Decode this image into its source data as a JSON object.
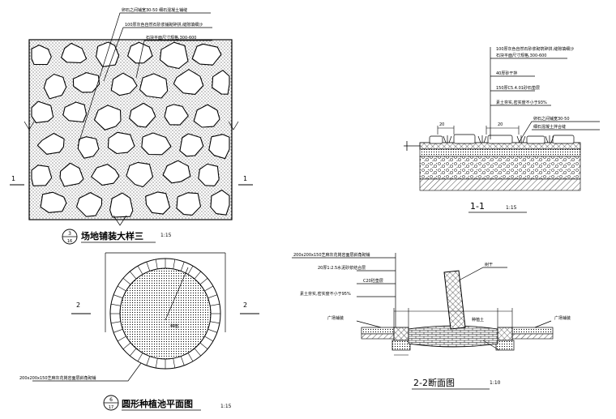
{
  "plan3": {
    "annotations": [
      "卵石之间铺宽30-50 细石混凝土铺缝",
      "100厚灰色自然石砂浆铺砌碎拼,缝隙填细沙",
      "石块平面尺寸规格,300-600"
    ],
    "section_ref": "1",
    "title": "场地铺装大样三",
    "badge_top": "3",
    "badge_bottom": "16",
    "scale": "1:15"
  },
  "section1": {
    "annotations": [
      "100厚灰色自然石砂浆砌筑碎拼,缝隙填细沙",
      "石块平面尺寸规格,300-600",
      "40厚砂干拌",
      "150厚C5.4.01砂石垫层",
      "素土夯实,密实度不小于93%",
      "卵石之间铺宽30-50",
      "细石混凝土拌合缝"
    ],
    "dim_left": "20",
    "dim_right": "20",
    "title": "1-1",
    "scale": "1:15"
  },
  "pool_plan": {
    "section_left": "2",
    "section_right": "2",
    "center_label": "种植",
    "edge_note": "200x200x150芝麻灰花岗岩面层斜角砌铺",
    "title": "圆形种植池平面图",
    "badge_top": "6",
    "badge_bottom": "17",
    "scale": "1:15"
  },
  "section2": {
    "annotations": [
      "200x200x150芝麻灰花岗岩面层斜角砌铺",
      "20厚1:2.5水泥砂浆结合层",
      "C20砼垫层",
      "素土夯实,密实度不小于95%"
    ],
    "tree_label": "树干",
    "soil_label": "种植土",
    "left_label": "广场铺装",
    "right_label": "广场铺装",
    "title": "2-2断面图",
    "scale": "1:10"
  }
}
